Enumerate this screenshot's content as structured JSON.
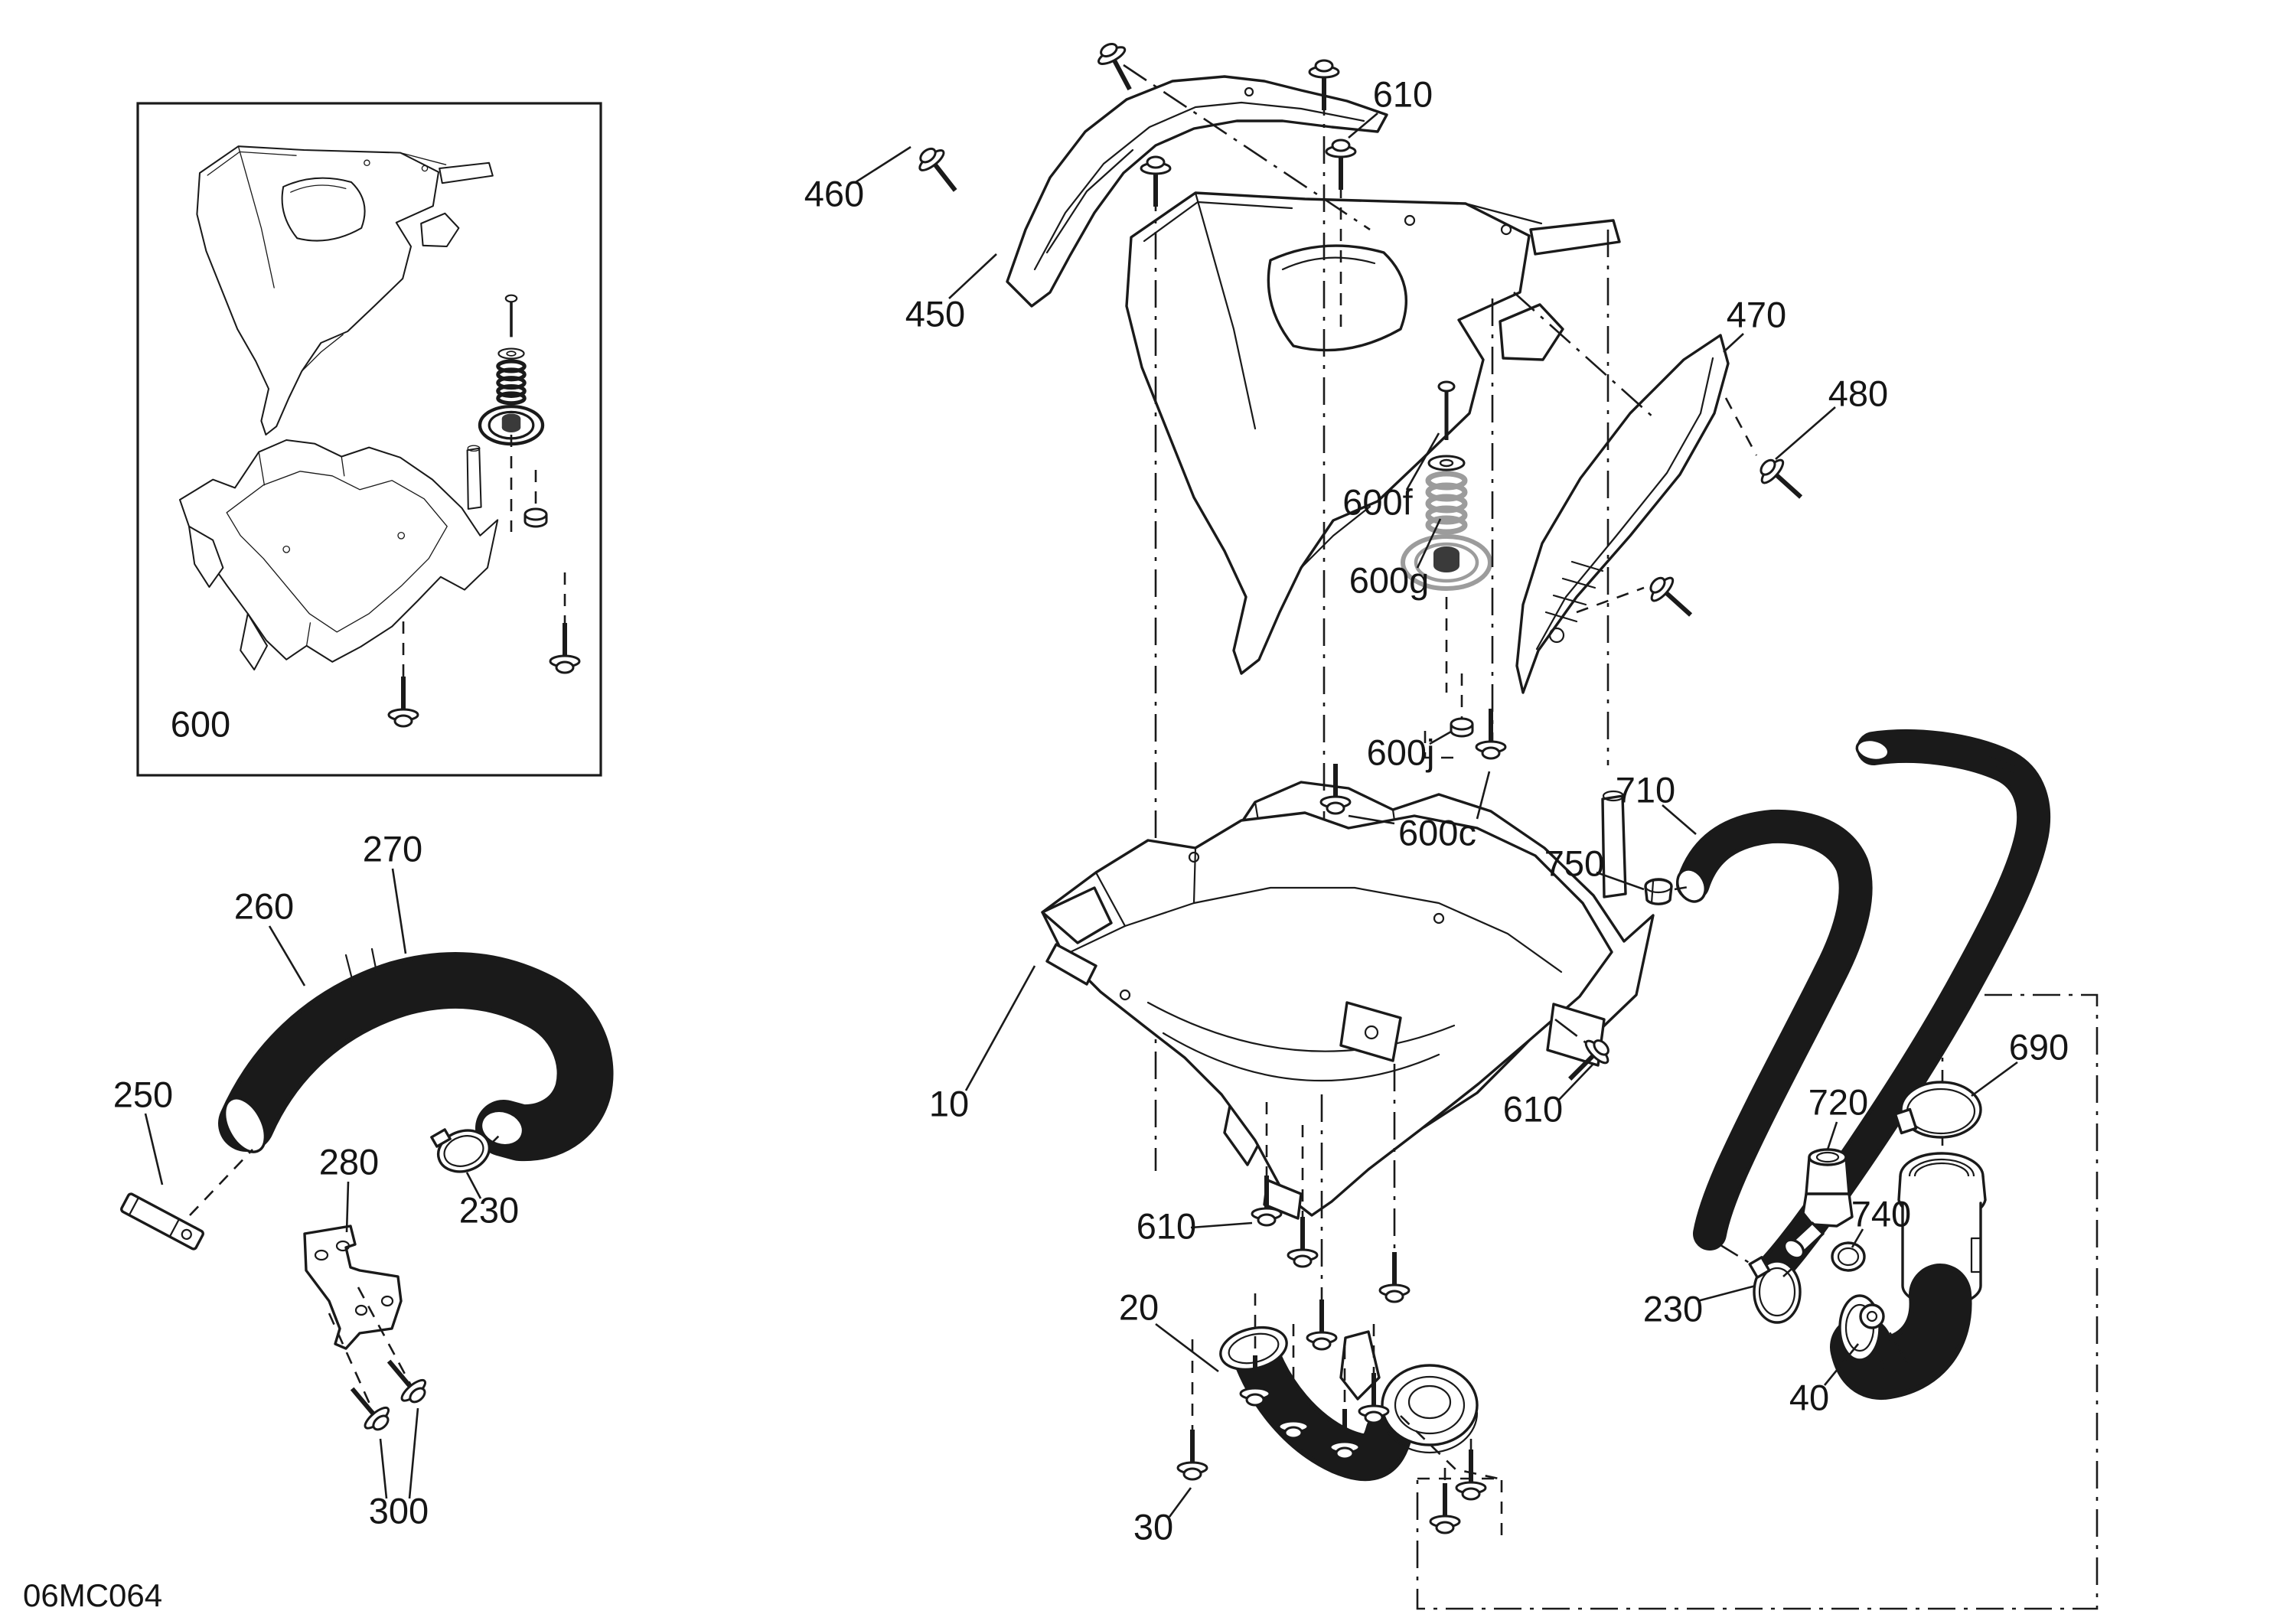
{
  "diagram": {
    "code": "06MC064",
    "colors": {
      "line": "#1a1a1a",
      "accent_gray": "#9c9c9c",
      "background": "#ffffff"
    },
    "callouts": [
      {
        "part": "inset-console-assembly",
        "text": "600"
      },
      {
        "part": "deflector-screw",
        "text": "460"
      },
      {
        "part": "air-deflector",
        "text": "450"
      },
      {
        "part": "console-screw-top",
        "text": "610"
      },
      {
        "part": "side-panel",
        "text": "470"
      },
      {
        "part": "side-panel-screw",
        "text": "480"
      },
      {
        "part": "stack-washer",
        "text": "600f"
      },
      {
        "part": "stack-spring",
        "text": "600g"
      },
      {
        "part": "console-nut",
        "text": "600j"
      },
      {
        "part": "console-screw-bottom",
        "text": "600c"
      },
      {
        "part": "vent-hoses",
        "text": "710"
      },
      {
        "part": "hose-clamp-small",
        "text": "750"
      },
      {
        "part": "canister-clamp",
        "text": "690"
      },
      {
        "part": "t-fitting",
        "text": "720"
      },
      {
        "part": "seal-ring",
        "text": "740"
      },
      {
        "part": "elbow-clamp",
        "text": "230"
      },
      {
        "part": "elbow-pipe",
        "text": "40"
      },
      {
        "part": "frame-screw-right",
        "text": "610"
      },
      {
        "part": "frame-screw-left",
        "text": "610"
      },
      {
        "part": "lower-frame",
        "text": "10"
      },
      {
        "part": "air-duct",
        "text": "20"
      },
      {
        "part": "duct-screws",
        "text": "30"
      },
      {
        "part": "hose-section-main",
        "text": "270"
      },
      {
        "part": "hose-section-elbow",
        "text": "260"
      },
      {
        "part": "hose-clamp-flat",
        "text": "250"
      },
      {
        "part": "support-bracket",
        "text": "280"
      },
      {
        "part": "hose-clamp-left",
        "text": "230"
      },
      {
        "part": "bracket-screws",
        "text": "300"
      }
    ]
  }
}
